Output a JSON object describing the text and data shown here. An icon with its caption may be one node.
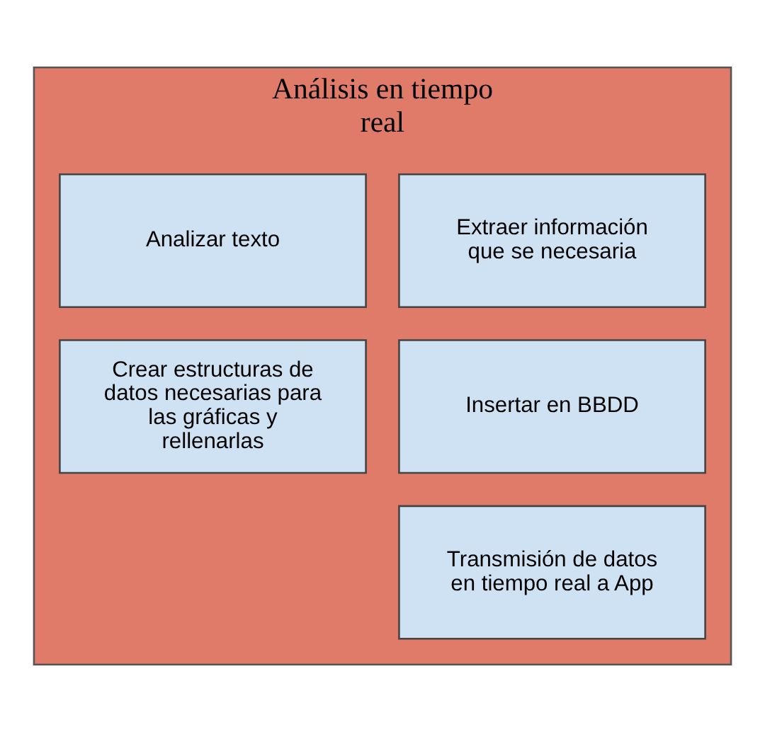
{
  "diagram": {
    "nodes": [
      {
        "text": [
          "Análisis en tiempo real"
        ]
      },
      {
        "text": [
          "Extraer información que se necesaria"
        ],
        "in": 0
      },
      {
        "text": [
          "Analizar texto"
        ],
        "in": 0
      },
      {
        "text": [
          "Insertar en BBDD"
        ],
        "in": 0
      },
      {
        "text": [
          "Crear estructuras de datos necesarias para las gráficas y rellenarlas"
        ],
        "in": 0
      },
      {
        "text": [
          "Transmisión de datos en tiempo real a App"
        ],
        "in": 0
      }
    ],
    "edges": []
  }
}
